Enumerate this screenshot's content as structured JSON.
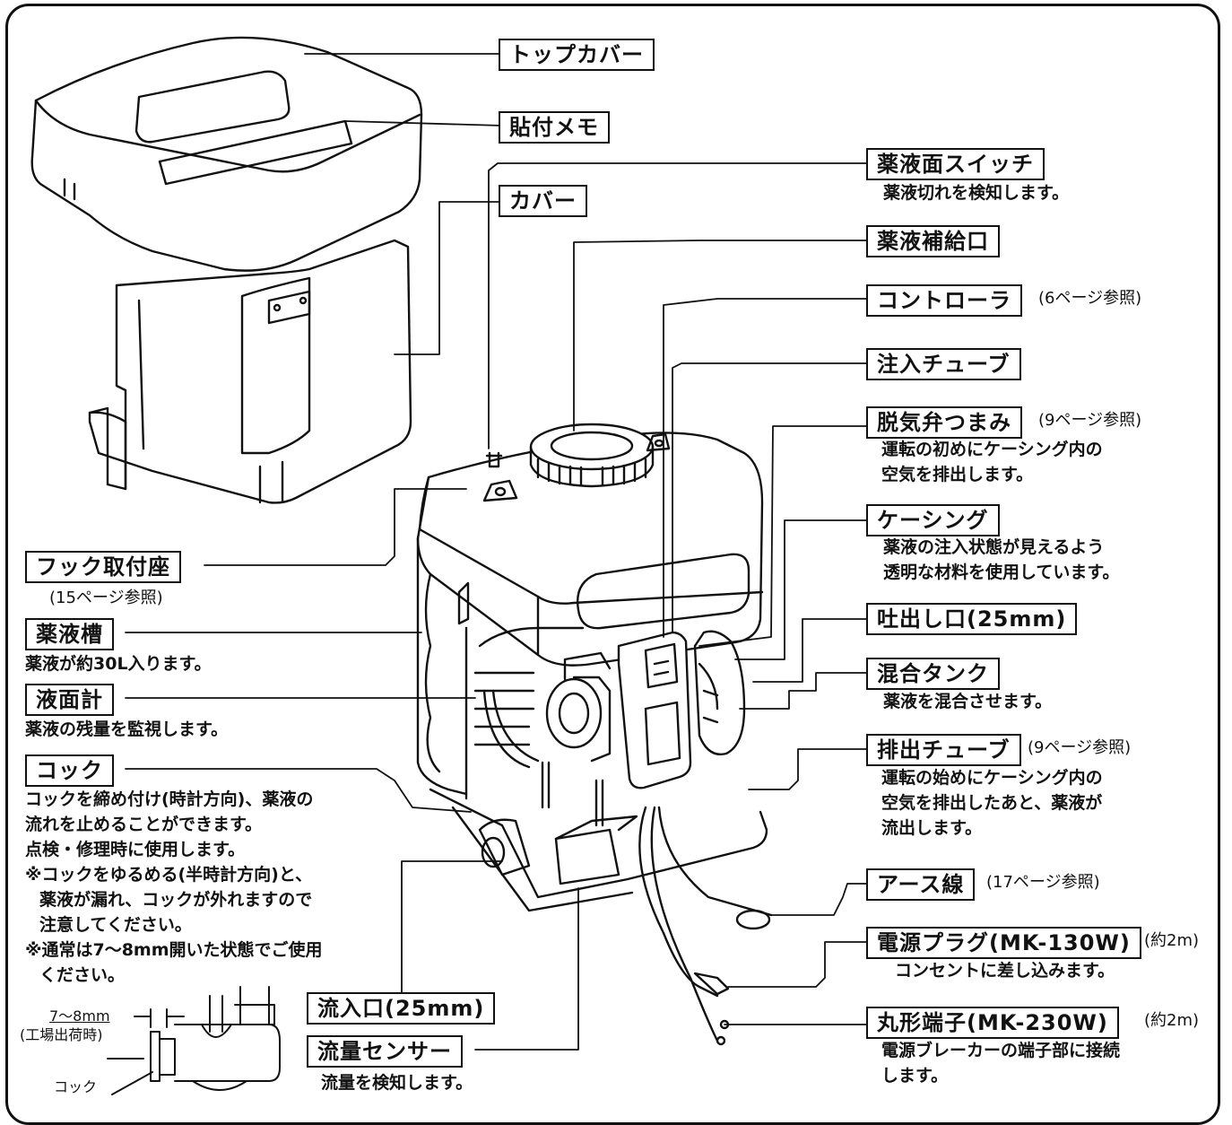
{
  "labels": {
    "top_cover": "トップカバー",
    "memo": "貼付メモ",
    "cover": "カバー",
    "level_switch": "薬液面スイッチ",
    "level_switch_note": "薬液切れを検知します。",
    "refill_port": "薬液補給口",
    "controller": "コントローラ",
    "controller_ref": "(6ページ参照)",
    "injection_tube": "注入チューブ",
    "degas_knob": "脱気弁つまみ",
    "degas_ref": "(9ページ参照)",
    "degas_note_1": "運転の初めにケーシング内の",
    "degas_note_2": "空気を排出します。",
    "casing": "ケーシング",
    "casing_note_1": "薬液の注入状態が見えるよう",
    "casing_note_2": "透明な材料を使用しています。",
    "outlet": "吐出し口(25mm)",
    "mixing_tank": "混合タンク",
    "mixing_note": "薬液を混合させます。",
    "drain_tube": "排出チューブ",
    "drain_ref": "(9ページ参照)",
    "drain_note_1": "運転の始めにケーシング内の",
    "drain_note_2": "空気を排出したあと、薬液が",
    "drain_note_3": "流出します。",
    "earth": "アース線",
    "earth_ref": "(17ページ参照)",
    "plug": "電源プラグ(MK-130W)",
    "plug_ref": "(約2m)",
    "plug_note": "コンセントに差し込みます。",
    "terminal": "丸形端子(MK-230W)",
    "terminal_ref": "(約2m)",
    "terminal_note_1": "電源ブレーカーの端子部に接続",
    "terminal_note_2": "します。",
    "hook_seat": "フック取付座",
    "hook_ref": "(15ページ参照)",
    "tank": "薬液槽",
    "tank_note": "薬液が約30L入ります。",
    "gauge": "液面計",
    "gauge_note": "薬液の残量を監視します。",
    "cock": "コック",
    "cock_note_1": "コックを締め付け(時計方向)、薬液の",
    "cock_note_2": "流れを止めることができます。",
    "cock_note_3": "点検・修理時に使用します。",
    "cock_note_4": "※コックをゆるめる(半時計方向)と、",
    "cock_note_5": "薬液が漏れ、コックが外れますので",
    "cock_note_6": "注意してください。",
    "cock_note_7": "※通常は7～8mm開いた状態でご使用",
    "cock_note_8": "ください。",
    "inlet": "流入口(25mm)",
    "flow_sensor": "流量センサー",
    "flow_note": "流量を検知します。",
    "dim_value": "7～8mm",
    "dim_note": "(工場出荷時)",
    "cock_small": "コック"
  },
  "colors": {
    "line": "#111111",
    "background": "#ffffff",
    "shade": "#dcdcdc"
  }
}
